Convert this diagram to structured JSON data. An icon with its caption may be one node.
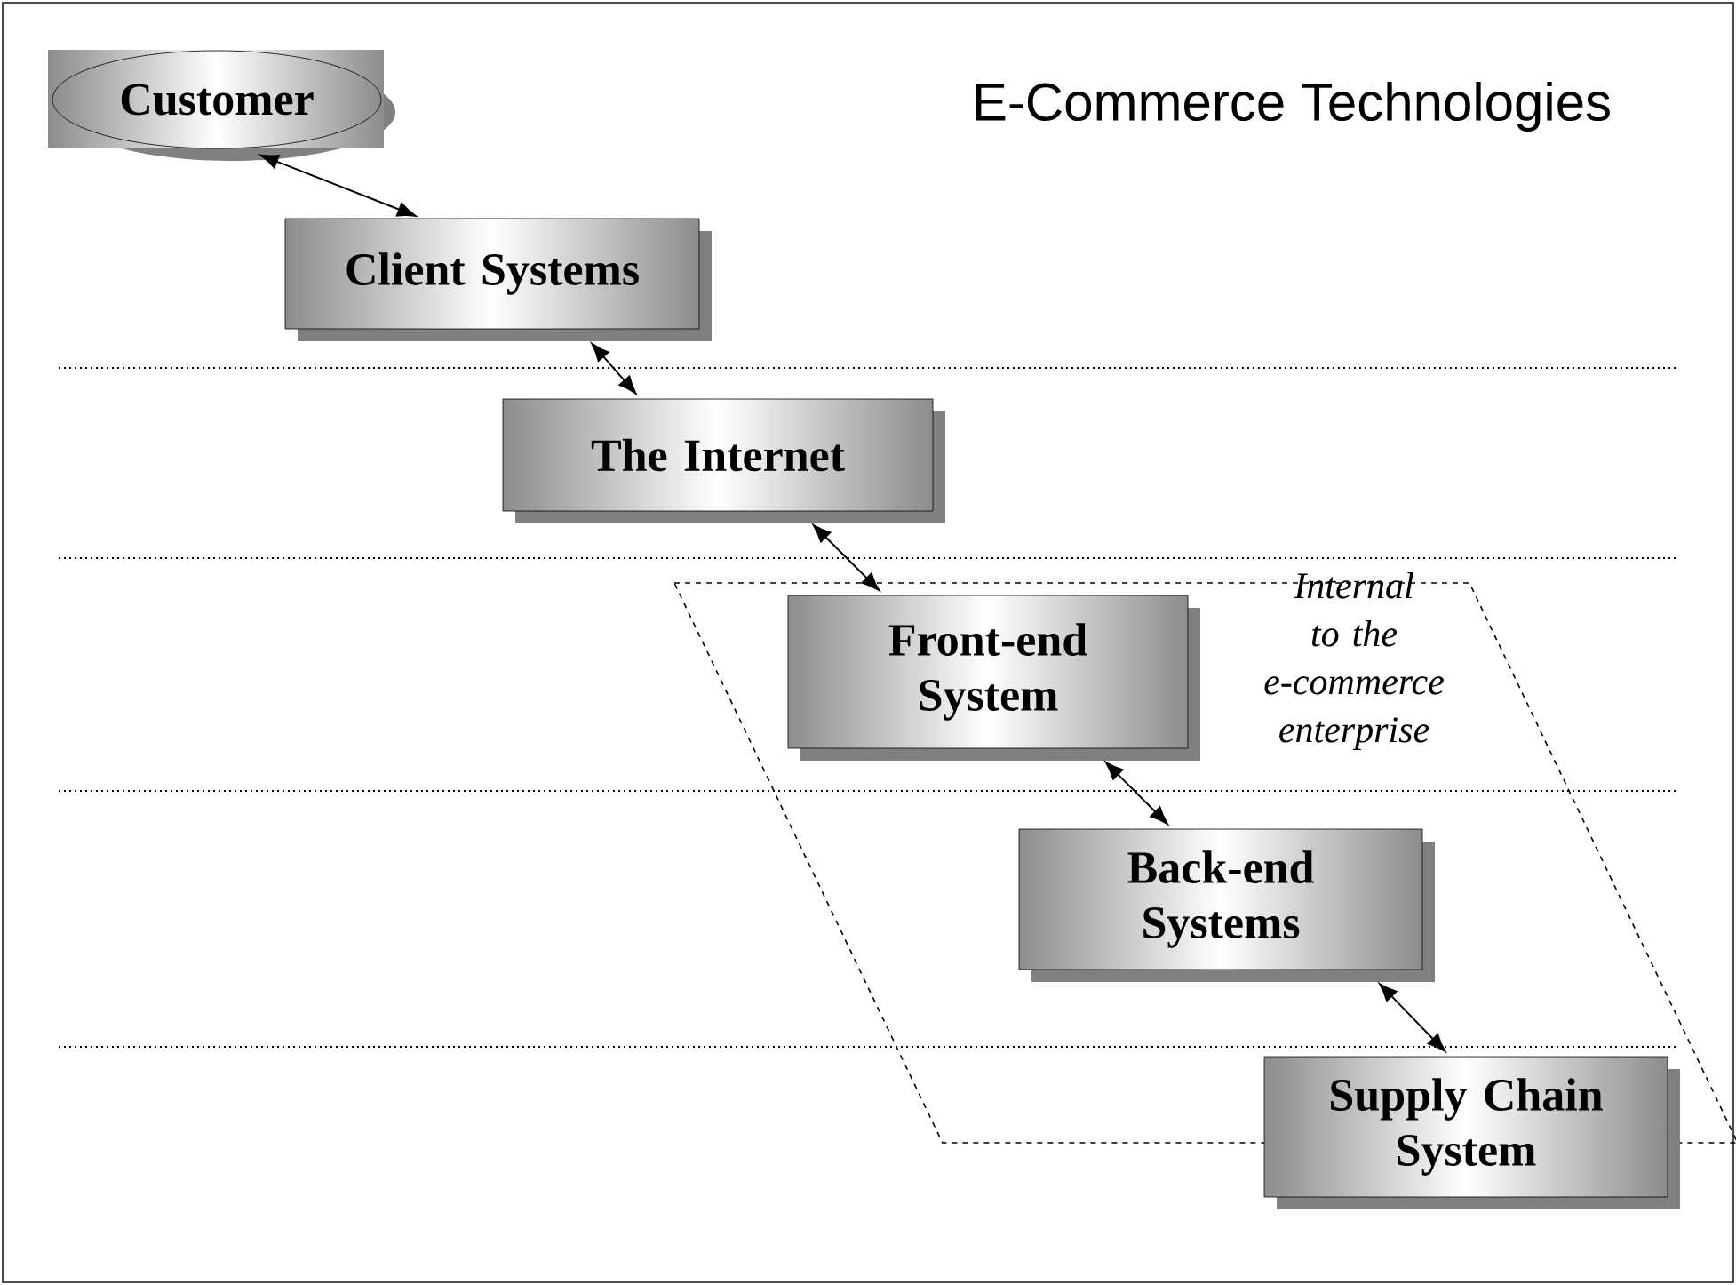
{
  "diagram": {
    "title": "E-Commerce Technologies",
    "nodes": [
      {
        "text": [
          "Customer"
        ]
      },
      {
        "text": [
          "Client Systems"
        ]
      },
      {
        "text": [
          "The Internet"
        ]
      },
      {
        "text": [
          "Internal to the e-commerce enterprise"
        ]
      },
      {
        "text": [
          "Front-end System"
        ],
        "in": 3
      },
      {
        "text": [
          "Back-end Systems"
        ],
        "in": 3
      },
      {
        "text": [
          "Supply Chain System"
        ]
      }
    ],
    "edges": [
      {
        "from": 0,
        "to": 1,
        "arrow": "both"
      },
      {
        "from": 1,
        "to": 2,
        "arrow": "both"
      },
      {
        "from": 2,
        "to": 4,
        "arrow": "both"
      },
      {
        "from": 4,
        "to": 5,
        "arrow": "both"
      },
      {
        "from": 5,
        "to": 6,
        "arrow": "both"
      }
    ]
  }
}
